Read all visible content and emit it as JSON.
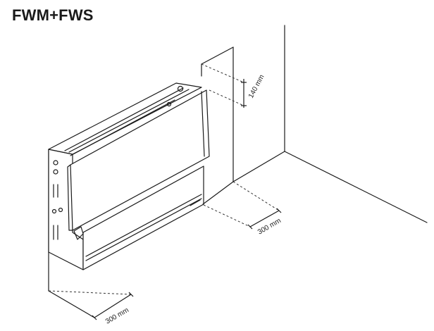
{
  "header": {
    "title": "FWM+FWS"
  },
  "dimensions": {
    "top_clearance": "140 mm",
    "side_clearance": "300 mm",
    "bottom_clearance": "300 mm"
  },
  "colors": {
    "line": "#1a1a1a",
    "dashed": "#333333",
    "background": "#ffffff"
  }
}
